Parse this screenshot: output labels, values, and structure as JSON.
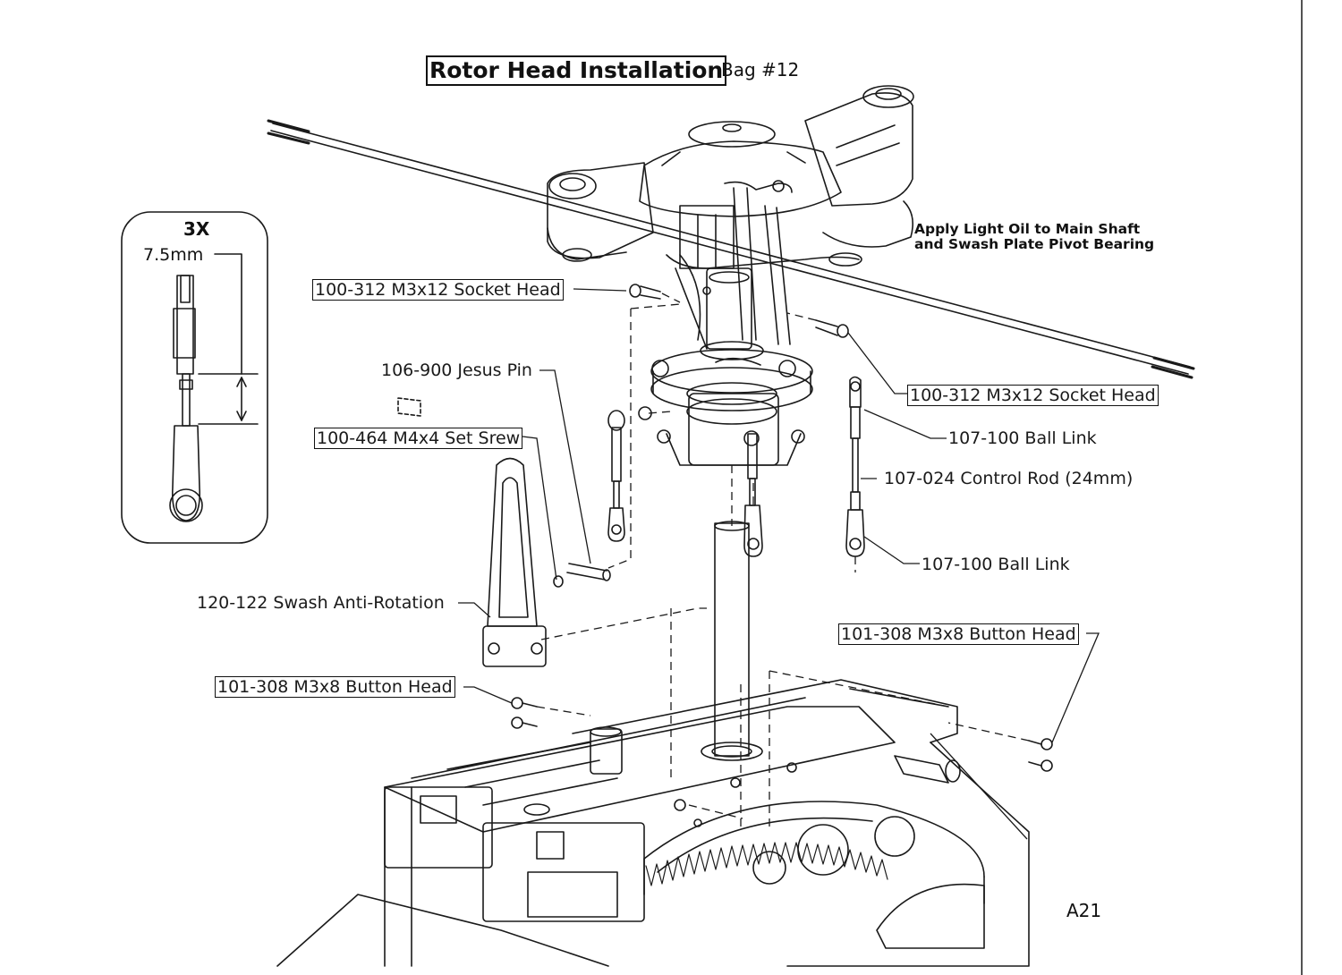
{
  "header": {
    "title": "Rotor Head Installation",
    "bag": "Bag #12"
  },
  "note": {
    "line1": "Apply Light Oil to Main Shaft",
    "line2": "and Swash Plate Pivot Bearing"
  },
  "inset": {
    "quantity": "3X",
    "dimension": "7.5mm"
  },
  "callouts": {
    "socket_head_left": "100-312 M3x12 Socket Head",
    "jesus_pin": "106-900 Jesus Pin",
    "set_screw": "100-464 M4x4 Set Srew",
    "anti_rotation": "120-122 Swash Anti-Rotation",
    "button_head_left": "101-308 M3x8 Button Head",
    "socket_head_right": "100-312 M3x12 Socket Head",
    "ball_link_upper": "107-100 Ball Link",
    "control_rod": "107-024 Control Rod (24mm)",
    "ball_link_lower": "107-100 Ball Link",
    "button_head_right": "101-308 M3x8 Button Head"
  },
  "page_number": "A21"
}
